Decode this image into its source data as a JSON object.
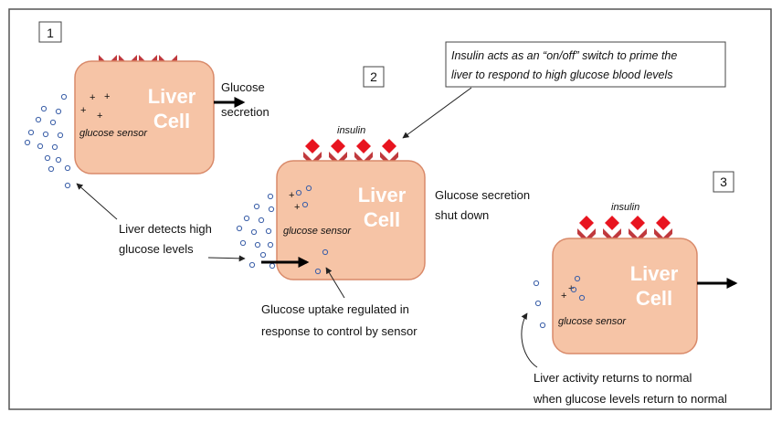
{
  "steps": {
    "step1": "1",
    "step2": "2",
    "step3": "3"
  },
  "cell_label_line1": "Liver",
  "cell_label_line2": "Cell",
  "sensor_label": "glucose sensor",
  "insulin_label": "insulin",
  "callout": {
    "line1": "Insulin acts as an “on/off” switch to prime the",
    "line2": "liver to respond to high glucose blood levels"
  },
  "annotations": {
    "glucose_secretion_line1": "Glucose",
    "glucose_secretion_line2": "secretion",
    "detects_line1": "Liver detects high",
    "detects_line2": "glucose levels",
    "shutdown_line1": "Glucose secretion",
    "shutdown_line2": "shut down",
    "uptake_line1": "Glucose uptake regulated in",
    "uptake_line2": "response to control by sensor",
    "normal_line1": "Liver activity returns to normal",
    "normal_line2": "when glucose levels return to normal"
  },
  "colors": {
    "cell_fill": "#f6c4a6",
    "cell_stroke": "#d98a6a",
    "receptor": "#c0393d",
    "insulin": "#e8141f",
    "sensor": "#2aa84a",
    "glucose": "#3b5fa8",
    "border": "#555555"
  }
}
